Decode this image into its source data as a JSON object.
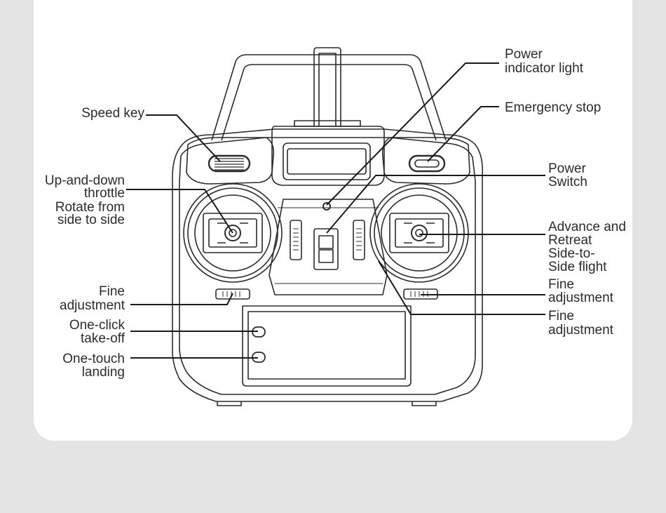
{
  "labels": {
    "speed_key": "Speed key",
    "throttle_line1": "Up-and-down",
    "throttle_line2": "throttle",
    "throttle_line3": "Rotate from",
    "throttle_line4": "side to side",
    "fine_left_line1": "Fine",
    "fine_left_line2": "adjustment",
    "takeoff_line1": "One-click",
    "takeoff_line2": "take-off",
    "landing_line1": "One-touch",
    "landing_line2": "landing",
    "power_light_line1": "Power",
    "power_light_line2": "indicator light",
    "emergency_stop": "Emergency stop",
    "power_switch_line1": "Power",
    "power_switch_line2": "Switch",
    "advance_line1": "Advance and",
    "advance_line2": "Retreat",
    "advance_line3": "Side-to-",
    "advance_line4": "Side flight",
    "fine_right_top_line1": "Fine",
    "fine_right_top_line2": "adjustment",
    "fine_right_bottom_line1": "Fine",
    "fine_right_bottom_line2": "adjustment"
  },
  "colors": {
    "background": "#e4e4e4",
    "card": "#ffffff",
    "line": "#2b2b2b"
  }
}
